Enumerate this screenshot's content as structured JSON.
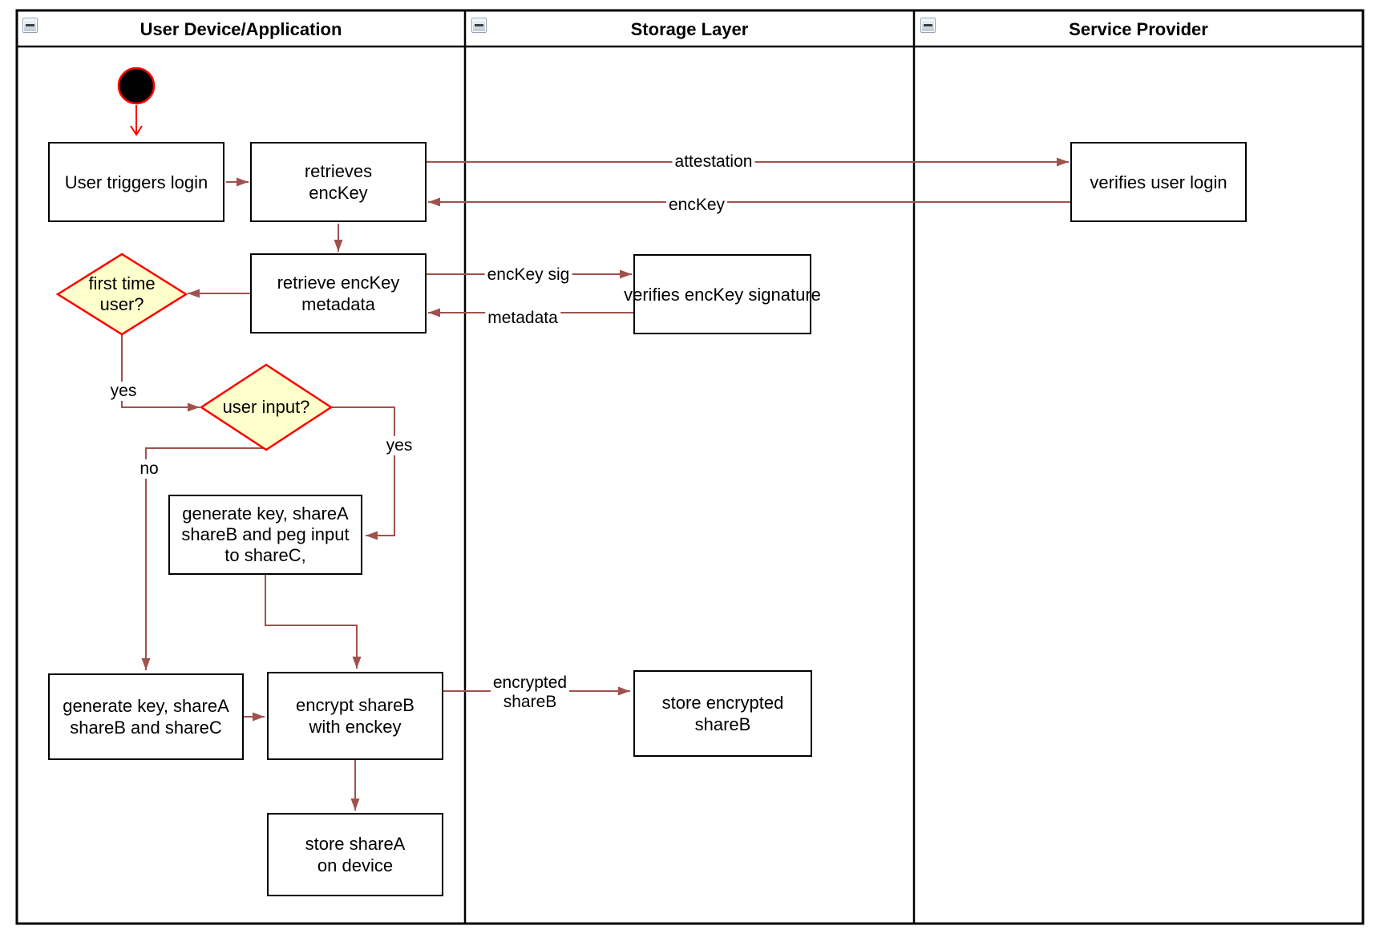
{
  "colors": {
    "connector": "#A0524E",
    "start_arrow": "#FF0000",
    "decision_fill": "#FFFFCC",
    "decision_stroke": "#FF0000",
    "node_border": "#000000",
    "frame": "#000000"
  },
  "lanes": [
    {
      "label": "User Device/Application"
    },
    {
      "label": "Storage Layer"
    },
    {
      "label": "Service Provider"
    }
  ],
  "nodes": {
    "user_triggers_login": "User triggers login",
    "retrieves_enckey": "retrieves\nencKey",
    "retrieve_enckey_metadata": "retrieve encKey\nmetadata",
    "first_time_user": "first time\nuser?",
    "user_input": "user input?",
    "generate_key_peg_input": "generate key, shareA\nshareB and peg input\nto shareC,",
    "generate_key_sharec": "generate key, shareA\nshareB and shareC",
    "encrypt_shareb": "encrypt shareB\nwith enckey",
    "store_sharea": "store shareA\non device",
    "verifies_user_login": "verifies user login",
    "verifies_enckey_signature": "verifies encKey signature",
    "store_encrypted_shareb": "store encrypted\nshareB"
  },
  "edge_labels": {
    "attestation": "attestation",
    "enckey": "encKey",
    "enckey_sig": "encKey sig",
    "metadata": "metadata",
    "encrypted_shareb": "encrypted\nshareB",
    "first_time_yes": "yes",
    "user_input_no": "no",
    "user_input_yes": "yes"
  }
}
